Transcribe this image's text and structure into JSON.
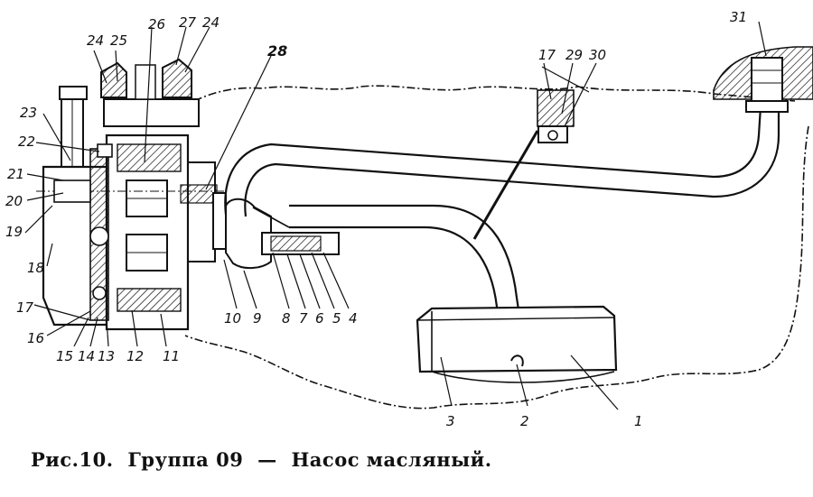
{
  "caption": {
    "figure": "Рис.10.",
    "group": "Группа 09",
    "dash": "—",
    "title": "Насос масляный."
  },
  "callouts": [
    {
      "id": "c1",
      "text": "1"
    },
    {
      "id": "c2",
      "text": "2"
    },
    {
      "id": "c3",
      "text": "3"
    },
    {
      "id": "c4",
      "text": "4"
    },
    {
      "id": "c5",
      "text": "5"
    },
    {
      "id": "c6",
      "text": "6"
    },
    {
      "id": "c7",
      "text": "7"
    },
    {
      "id": "c8",
      "text": "8"
    },
    {
      "id": "c9",
      "text": "9"
    },
    {
      "id": "c10",
      "text": "10"
    },
    {
      "id": "c11",
      "text": "11"
    },
    {
      "id": "c12",
      "text": "12"
    },
    {
      "id": "c13",
      "text": "13"
    },
    {
      "id": "c14",
      "text": "14"
    },
    {
      "id": "c15",
      "text": "15"
    },
    {
      "id": "c16",
      "text": "16"
    },
    {
      "id": "c17a",
      "text": "17"
    },
    {
      "id": "c18",
      "text": "18"
    },
    {
      "id": "c19",
      "text": "19"
    },
    {
      "id": "c20",
      "text": "20"
    },
    {
      "id": "c21",
      "text": "21"
    },
    {
      "id": "c22",
      "text": "22"
    },
    {
      "id": "c23",
      "text": "23"
    },
    {
      "id": "c24a",
      "text": "24"
    },
    {
      "id": "c25",
      "text": "25"
    },
    {
      "id": "c26",
      "text": "26"
    },
    {
      "id": "c27",
      "text": "27"
    },
    {
      "id": "c24b",
      "text": "24"
    },
    {
      "id": "c28",
      "text": "28"
    },
    {
      "id": "c17b",
      "text": "17"
    },
    {
      "id": "c29",
      "text": "29"
    },
    {
      "id": "c30",
      "text": "30"
    },
    {
      "id": "c31",
      "text": "31"
    }
  ]
}
